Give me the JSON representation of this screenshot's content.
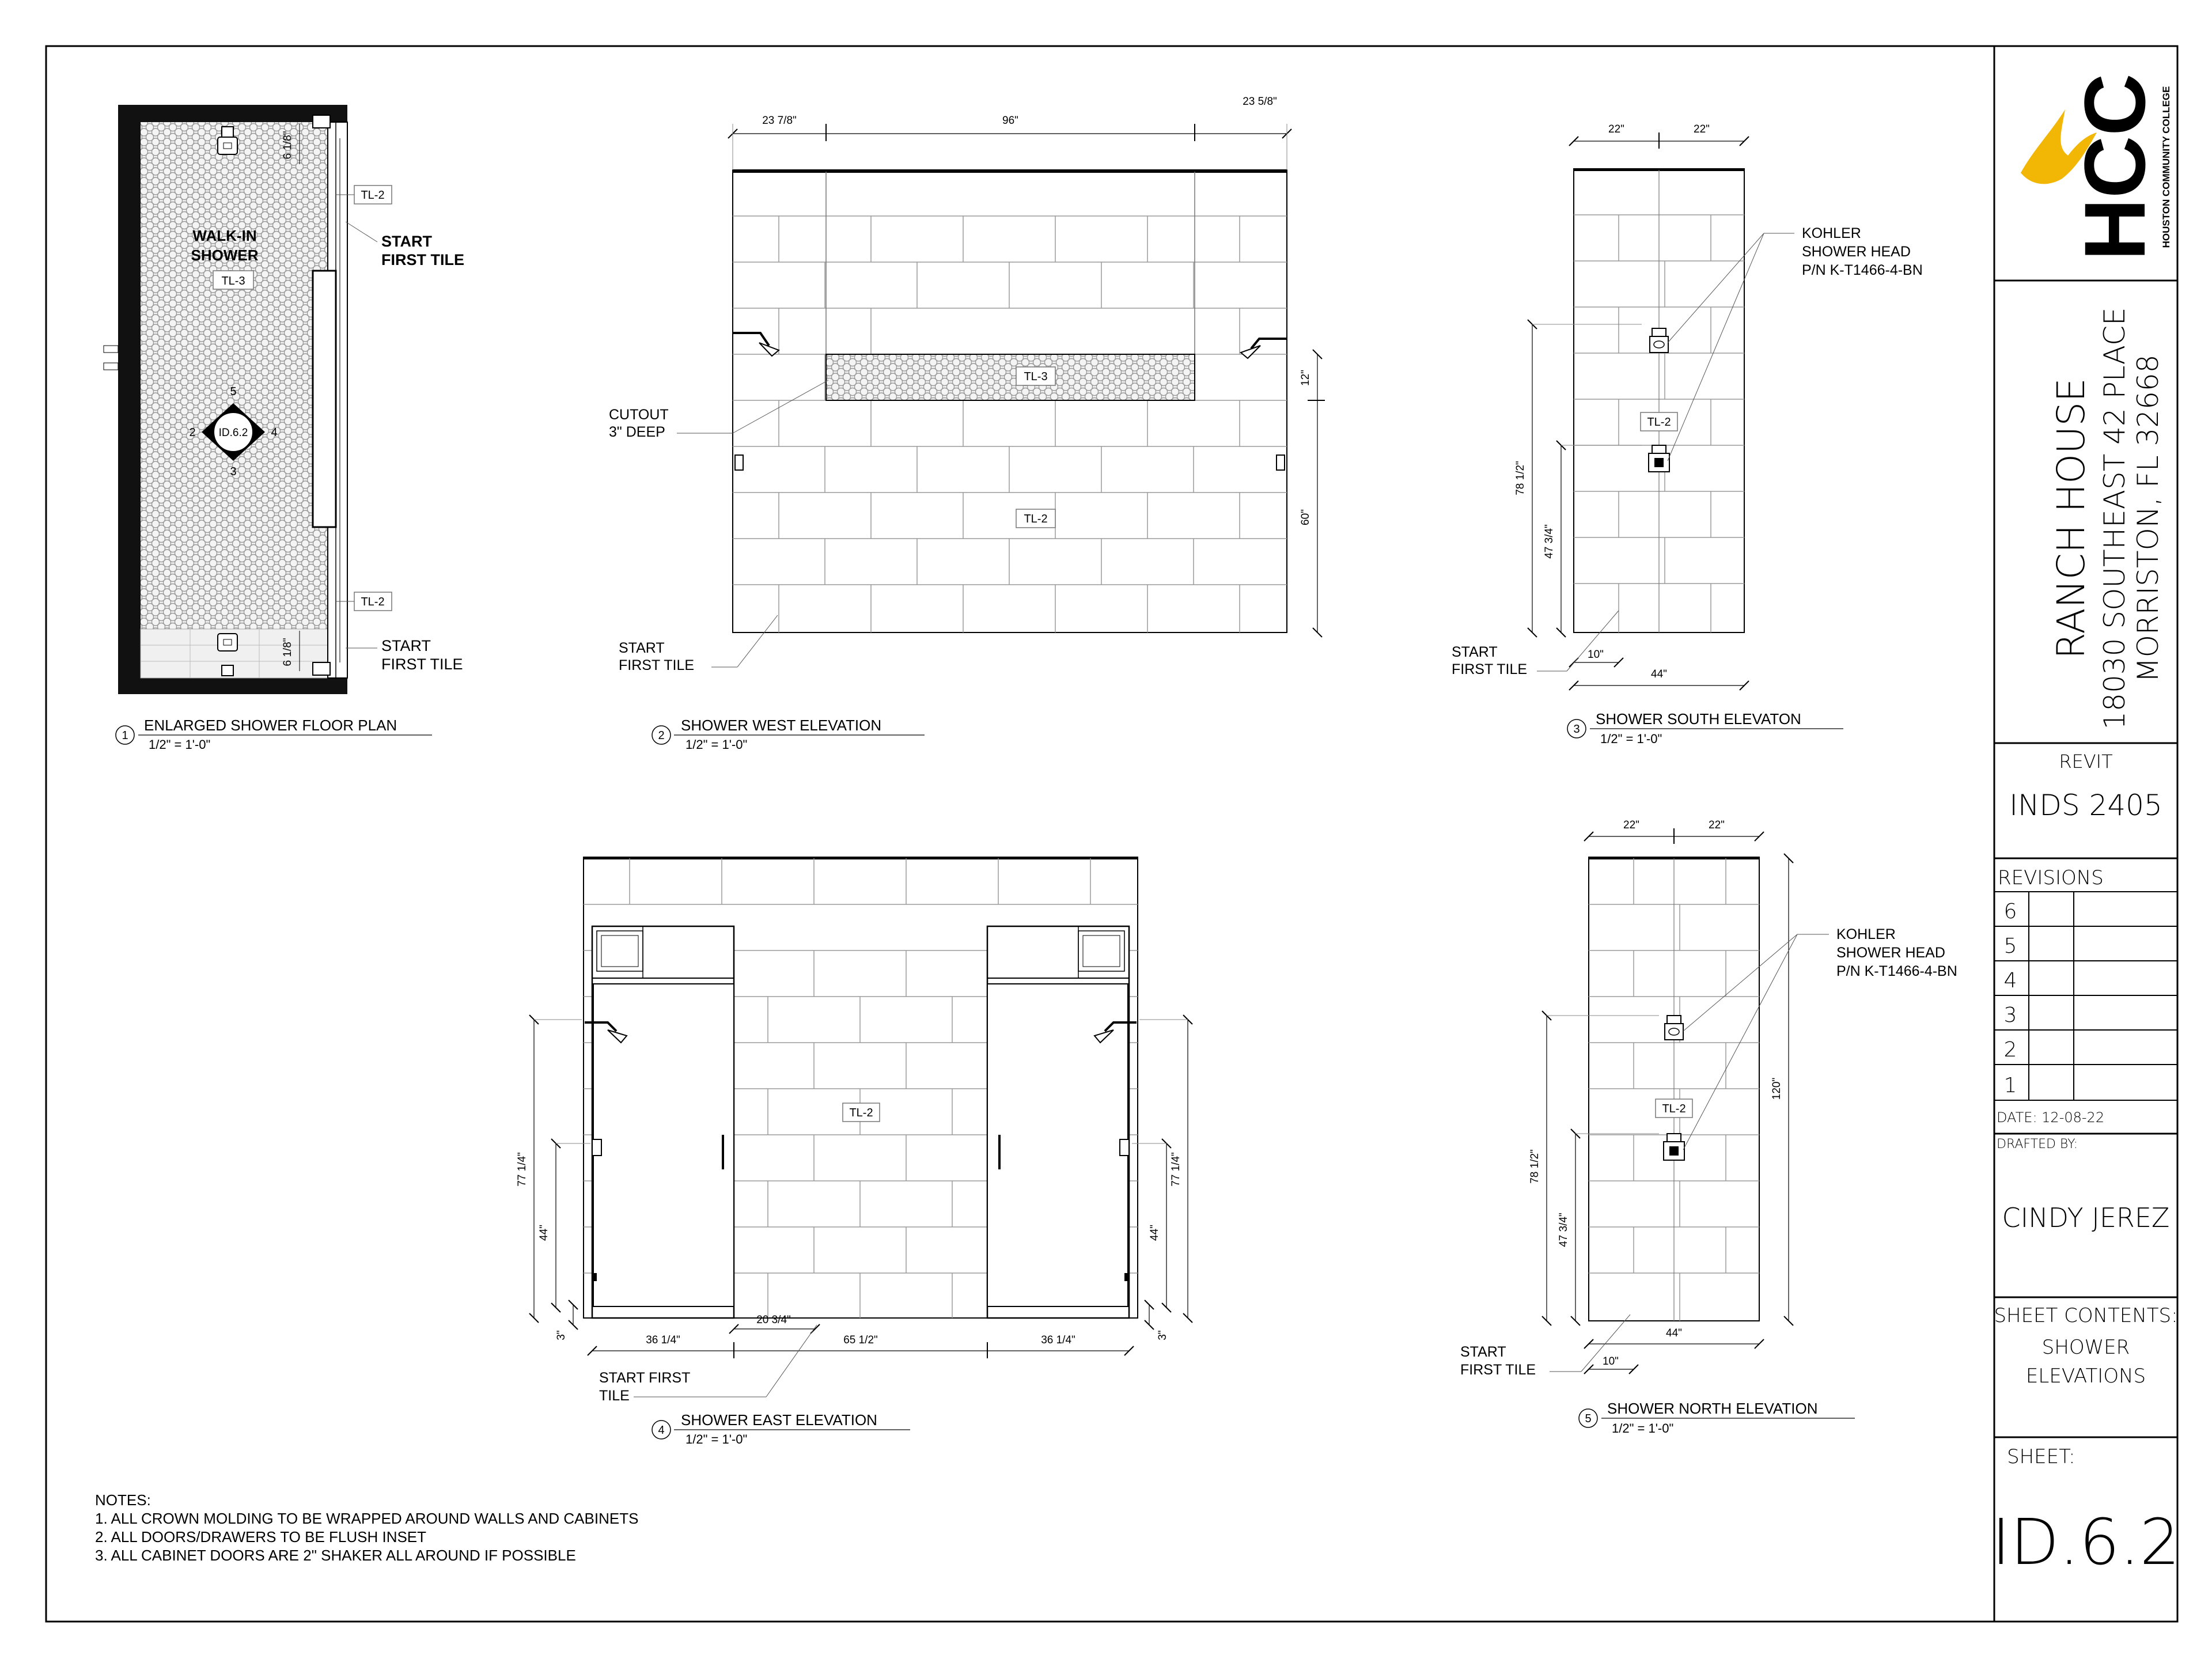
{
  "floor_plan": {
    "room_label_1": "WALK-IN",
    "room_label_2": "SHOWER",
    "tag_tl3": "TL-3",
    "tag_tl2_top": "TL-2",
    "tag_tl2_bottom": "TL-2",
    "start_tile_top_1": "START",
    "start_tile_top_2": "FIRST TILE",
    "start_tile_bottom_1": "START",
    "start_tile_bottom_2": "FIRST TILE",
    "dim_top": "6 1/8\"",
    "dim_bottom": "6 1/8\"",
    "elev_marker": {
      "center": "ID.6.2",
      "top": "5",
      "bottom": "3",
      "left": "2",
      "right": "4"
    }
  },
  "west_elevation": {
    "dim_left": "23 7/8\"",
    "dim_middle": "96\"",
    "dim_right": "23 5/8\"",
    "dim_niche": "12\"",
    "dim_height": "60\"",
    "tag_niche": "TL-3",
    "tag_wall": "TL-2",
    "cutout_1": "CUTOUT",
    "cutout_2": "3\" DEEP",
    "start_1": "START",
    "start_2": "FIRST TILE"
  },
  "south_elevation": {
    "dim_top_left": "22\"",
    "dim_top_right": "22\"",
    "dim_head": "78 1/2\"",
    "dim_valve": "47 3/4\"",
    "dim_offset": "10\"",
    "dim_width": "44\"",
    "tag_wall": "TL-2",
    "kohler_1": "KOHLER",
    "kohler_2": "SHOWER HEAD",
    "kohler_3": "P/N K-T1466-4-BN",
    "start_1": "START",
    "start_2": "FIRST TILE"
  },
  "east_elevation": {
    "dim_left_total": "77 1/4\"",
    "dim_left_valve": "44\"",
    "dim_left_base": "3\"",
    "dim_right_total": "77 1/4\"",
    "dim_right_valve": "44\"",
    "dim_right_base": "3\"",
    "dim_seg1": "36 1/4\"",
    "dim_seg2": "65 1/2\"",
    "dim_seg3": "36 1/4\"",
    "dim_offset": "20 3/4\"",
    "tag_wall": "TL-2",
    "start_1": "START FIRST",
    "start_2": "TILE"
  },
  "north_elevation": {
    "dim_top_left": "22\"",
    "dim_top_right": "22\"",
    "dim_height": "120\"",
    "dim_head": "78 1/2\"",
    "dim_valve": "47 3/4\"",
    "dim_offset": "10\"",
    "dim_width": "44\"",
    "tag_wall": "TL-2",
    "kohler_1": "KOHLER",
    "kohler_2": "SHOWER HEAD",
    "kohler_3": "P/N K-T1466-4-BN",
    "start_1": "START",
    "start_2": "FIRST TILE"
  },
  "view_titles": [
    {
      "number": "1",
      "title": "ENLARGED SHOWER FLOOR PLAN",
      "scale": "1/2\" = 1'-0\""
    },
    {
      "number": "2",
      "title": "SHOWER WEST ELEVATION",
      "scale": "1/2\" = 1'-0\""
    },
    {
      "number": "3",
      "title": "SHOWER SOUTH ELEVATON",
      "scale": "1/2\" = 1'-0\""
    },
    {
      "number": "4",
      "title": "SHOWER EAST ELEVATION",
      "scale": "1/2\" = 1'-0\""
    },
    {
      "number": "5",
      "title": "SHOWER NORTH ELEVATION",
      "scale": "1/2\" = 1'-0\""
    }
  ],
  "notes": {
    "heading": "NOTES:",
    "items": [
      "1. ALL CROWN MOLDING TO BE WRAPPED AROUND WALLS AND CABINETS",
      "2. ALL DOORS/DRAWERS TO BE FLUSH INSET",
      "3. ALL CABINET DOORS ARE 2\" SHAKER ALL AROUND IF POSSIBLE"
    ]
  },
  "title_block": {
    "logo_text": "HCC",
    "college_name": "HOUSTON COMMUNITY COLLEGE",
    "logo_color": "#F2B705",
    "project_name": "RANCH HOUSE",
    "address_1": "18030 SOUTHEAST 42 PLACE",
    "address_2": "MORRISTON, FL 32668",
    "software": "REVIT",
    "course": "INDS 2405",
    "revisions_label": "REVISIONS",
    "revision_numbers": [
      "6",
      "5",
      "4",
      "3",
      "2",
      "1"
    ],
    "date": "DATE: 12-08-22",
    "drafted_by_label": "DRAFTED BY:",
    "drafter": "CINDY JEREZ",
    "sheet_contents_label": "SHEET CONTENTS:",
    "sheet_contents_1": "SHOWER",
    "sheet_contents_2": "ELEVATIONS",
    "sheet_label": "SHEET:",
    "sheet_number": "ID.6.2"
  }
}
